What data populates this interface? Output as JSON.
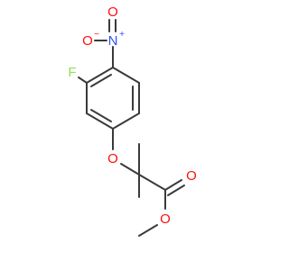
{
  "molecule": {
    "atoms": {
      "nitro_o_left": {
        "symbol": "O",
        "color": "#ff0d0d"
      },
      "nitro_o_left_charge": {
        "symbol": "−",
        "color": "#ff0d0d"
      },
      "nitro_n": {
        "symbol": "N",
        "color": "#3050f8"
      },
      "nitro_n_charge": {
        "symbol": "+",
        "color": "#3050f8"
      },
      "nitro_o_top": {
        "symbol": "O",
        "color": "#ff0d0d"
      },
      "fluorine": {
        "symbol": "F",
        "color": "#90e050"
      },
      "ether_o": {
        "symbol": "O",
        "color": "#ff0d0d"
      },
      "carbonyl_o": {
        "symbol": "O",
        "color": "#ff0d0d"
      },
      "ester_o": {
        "symbol": "O",
        "color": "#ff0d0d"
      }
    },
    "bond_color": "#3a3a3a"
  }
}
